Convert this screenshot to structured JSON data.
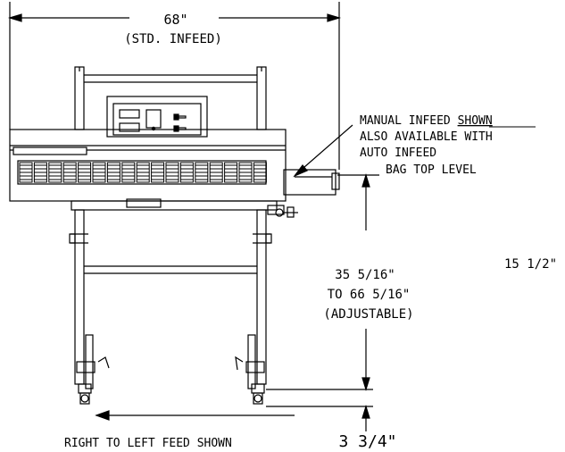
{
  "dimensions": {
    "width_label": "68\"",
    "width_sublabel": "(STD. INFEED)",
    "height_line1": "35 5/16\"",
    "height_line2": "TO 66 5/16\"",
    "height_line3": "(ADJUSTABLE)",
    "side_label": "15 1/2\"",
    "foot_label": "3 3/4\""
  },
  "notes": {
    "infeed_line1": "MANUAL INFEED",
    "infeed_line1_underlined": "SHOWN",
    "infeed_line2": "ALSO AVAILABLE WITH",
    "infeed_line3": "AUTO INFEED",
    "bag_top": "BAG TOP LEVEL",
    "feed_direction": "RIGHT TO LEFT FEED SHOWN"
  }
}
